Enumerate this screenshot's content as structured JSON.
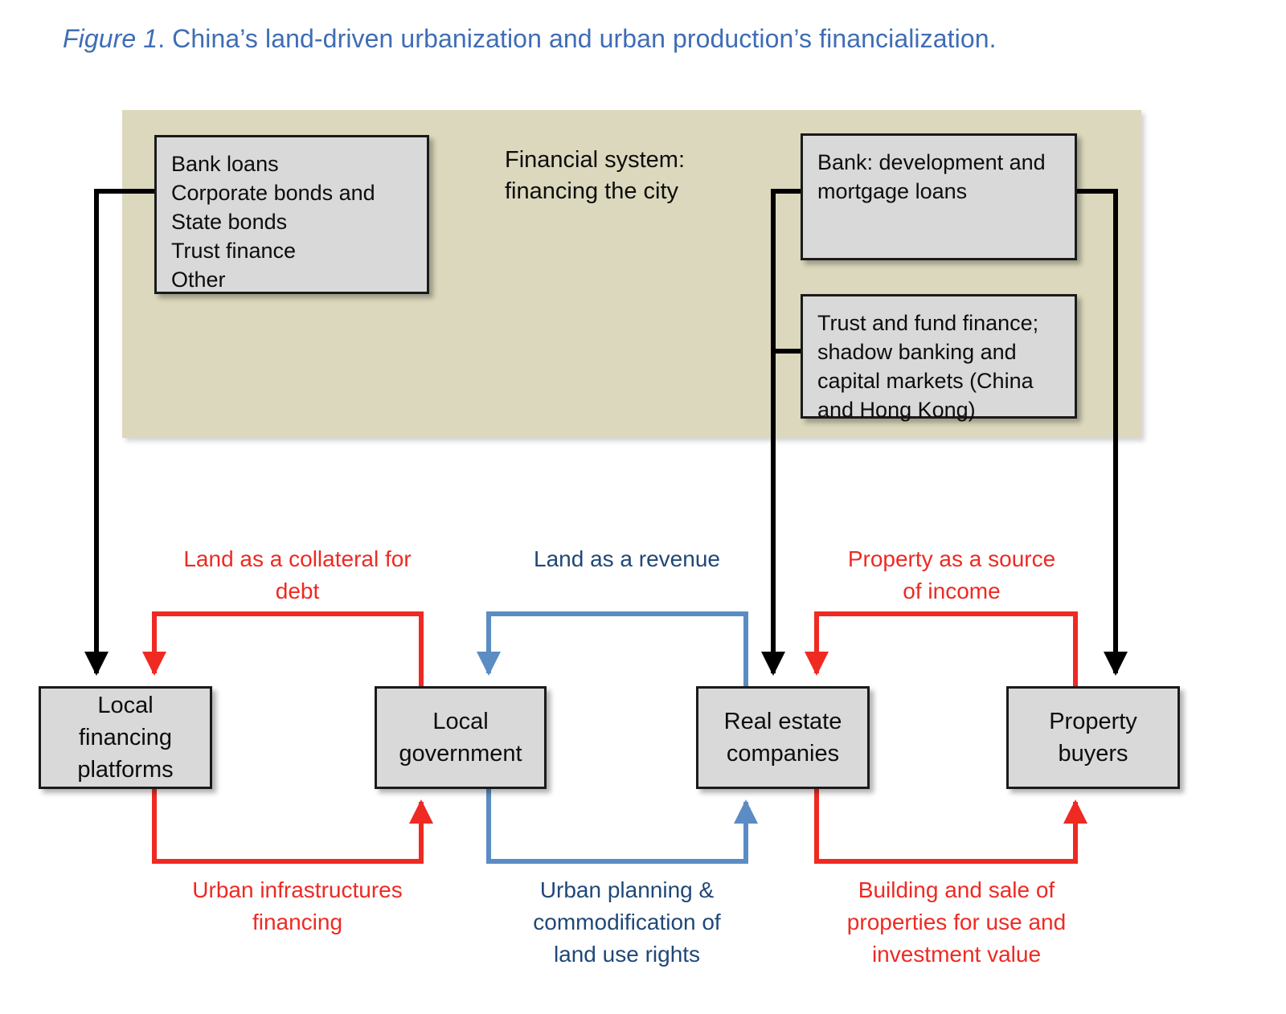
{
  "figure": {
    "label": "Figure 1",
    "caption": ". China’s land-driven urbanization and urban production’s financialization.",
    "title_color": "#3E6DB5"
  },
  "colors": {
    "panel_fill": "#DCD8BD",
    "box_fill": "#D9D9D9",
    "box_stroke": "#1A1A1A",
    "red": "#EE2A23",
    "blue_arrow": "#5B8CC3",
    "blue_text": "#1F4878",
    "black": "#000000"
  },
  "financial_system": {
    "panel_label": "Financial system:\nfinancing the city",
    "panel_label_line1": "Financial system:",
    "panel_label_line2": "financing the city",
    "sources_box": {
      "items": [
        "Bank loans",
        "Corporate bonds and",
        "State bonds",
        "Trust finance",
        "Other"
      ]
    },
    "bank_box": {
      "line1": "Bank: development and",
      "line2": "mortgage loans"
    },
    "trust_box": {
      "line1": "Trust and fund finance;",
      "line2": "shadow banking and",
      "line3": "capital markets (China",
      "line4": "and Hong Kong)"
    }
  },
  "actors": [
    {
      "id": "local-financing-platforms",
      "lines": [
        "Local",
        "financing",
        "platforms"
      ]
    },
    {
      "id": "local-government",
      "lines": [
        "Local",
        "government"
      ]
    },
    {
      "id": "real-estate-companies",
      "lines": [
        "Real estate",
        "companies"
      ]
    },
    {
      "id": "property-buyers",
      "lines": [
        "Property",
        "buyers"
      ]
    }
  ],
  "edge_labels": {
    "top": [
      {
        "id": "land-as-collateral",
        "color": "red",
        "line1": "Land as a collateral for",
        "line2": "debt"
      },
      {
        "id": "land-as-revenue",
        "color": "blue",
        "line1": "Land as a revenue",
        "line2": ""
      },
      {
        "id": "property-income",
        "color": "red",
        "line1": "Property as a source",
        "line2": "of income"
      }
    ],
    "bottom": [
      {
        "id": "urban-infrastructures-financing",
        "color": "red",
        "line1": "Urban infrastructures",
        "line2": "financing",
        "line3": ""
      },
      {
        "id": "urban-planning-commodification",
        "color": "blue",
        "line1": "Urban planning &",
        "line2": "commodification of",
        "line3": "land use rights"
      },
      {
        "id": "building-and-sale",
        "color": "red",
        "line1": "Building and sale of",
        "line2": "properties for use and",
        "line3": "investment value"
      }
    ]
  }
}
